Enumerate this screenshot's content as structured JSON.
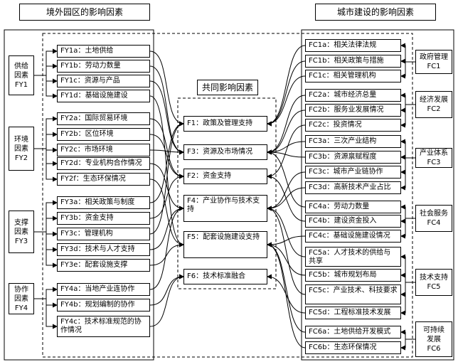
{
  "titles": {
    "left": "境外园区的影响因素",
    "middle": "共同影响因素",
    "right": "城市建设的影响因素"
  },
  "left_groups": [
    {
      "label": "供给\n因素\nFY1",
      "items": [
        "FY1a：土地供给",
        "FY1b：劳动力数量",
        "FY1c：资源与产品",
        "FY1d：基础设施建设"
      ]
    },
    {
      "label": "环境\n因素\nFY2",
      "items": [
        "FY2a：国际贸易环境",
        "FY2b：区位环境",
        "FY2c：市场环境",
        "FY2d：专业机构合作情况",
        "FY2f：生态环保情况"
      ]
    },
    {
      "label": "支撑\n因素\nFY3",
      "items": [
        "FY3a：相关政策与制度",
        "FY3b：资金支持",
        "FY3c：管理机构",
        "FY3d：技术与人才支持",
        "FY3e：配套设施支撑"
      ]
    },
    {
      "label": "协作\n因素\nFY4",
      "items": [
        "FY4a：当地产业连协作",
        "FY4b：规划编制的协作",
        "FY4c：技术标准规范的协作情况"
      ]
    }
  ],
  "center_items": [
    "F1：政策及管理支持",
    "F3：资源及市场情况",
    "F2：资金支持",
    "F4：产业协作与技术支持",
    "F5：配套设施建设支持",
    "F6：技术标准融合"
  ],
  "right_groups": [
    {
      "label": "政府管理\nFC1",
      "items": [
        "FC1a：相关法律法规",
        "FC1b：相关政策与措施",
        "FC1c：相关管理机构"
      ]
    },
    {
      "label": "经济发展\nFC2",
      "items": [
        "FC2a：城市经济总量",
        "FC2b：服务业发展情况",
        "FC2c：投资情况"
      ]
    },
    {
      "label": "产业体系\nFC3",
      "items": [
        "FC3a：三次产业结构",
        "FC3b：资源禀赋程度",
        "FC3c：城市产业链协作",
        "FC3d：高新技术产业占比"
      ]
    },
    {
      "label": "社会服务\nFC4",
      "items": [
        "FC4a：劳动力数量",
        "FC4b：建设资金投入",
        "FC4c：基础设施建设情况"
      ]
    },
    {
      "label": "技术支持\nFC5",
      "items": [
        "FC5a：人才技术的供给与共享",
        "FC5b：城市规划布局",
        "FC5c：产业技术、科技要求",
        "FC5d：工程标准技术发展"
      ]
    },
    {
      "label": "可持续\n发展\nFC6",
      "items": [
        "FC6a：土地供给开发模式",
        "FC6b：生态环保情况"
      ]
    }
  ]
}
